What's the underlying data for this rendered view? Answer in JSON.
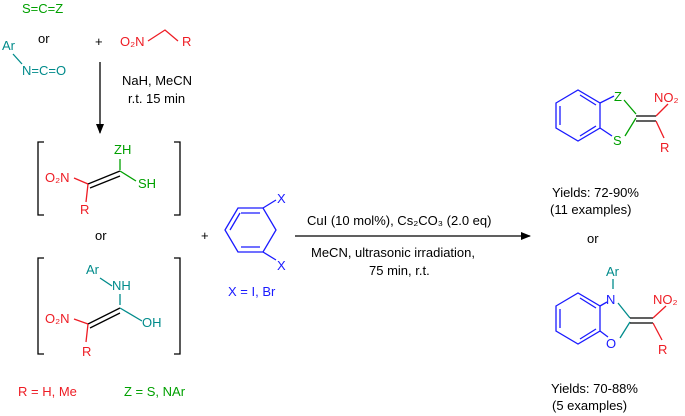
{
  "colors": {
    "green": "#00a000",
    "red": "#ee1c24",
    "blue": "#1a1aff",
    "teal": "#008b8b",
    "black": "#000000"
  },
  "reagents": {
    "scz": "S=C=Z",
    "or1": "or",
    "ar1": "Ar",
    "nco": "N=C=O",
    "plus1": "+",
    "o2n_r": "O₂N",
    "r_top": "R"
  },
  "step1": {
    "line1": "NaH, MeCN",
    "line2": "r.t. 15 min"
  },
  "intermediate1": {
    "zh": "ZH",
    "o2n": "O₂N",
    "sh": "SH",
    "r": "R"
  },
  "or_mid": "or",
  "intermediate2": {
    "ar": "Ar",
    "nh": "NH",
    "o2n": "O₂N",
    "oh": "OH",
    "r": "R"
  },
  "plus2": "+",
  "dihalo": {
    "x_top": "X",
    "x_bot": "X",
    "label": "X = I, Br"
  },
  "step2": {
    "line1": "CuI (10 mol%), Cs₂CO₃ (2.0 eq)",
    "line2": "MeCN, ultrasonic irradiation,",
    "line3": "75 min, r.t."
  },
  "product1": {
    "z": "Z",
    "s": "S",
    "no2": "NO₂",
    "r": "R",
    "yields": "Yields: 72-90%",
    "examples": "(11 examples)"
  },
  "or_right": "or",
  "product2": {
    "ar": "Ar",
    "n": "N",
    "o": "O",
    "no2": "NO₂",
    "r": "R",
    "yields": "Yields: 70-88%",
    "examples": "(5 examples)"
  },
  "footnotes": {
    "r_def": "R = H, Me",
    "z_def": "Z = S, NAr"
  }
}
